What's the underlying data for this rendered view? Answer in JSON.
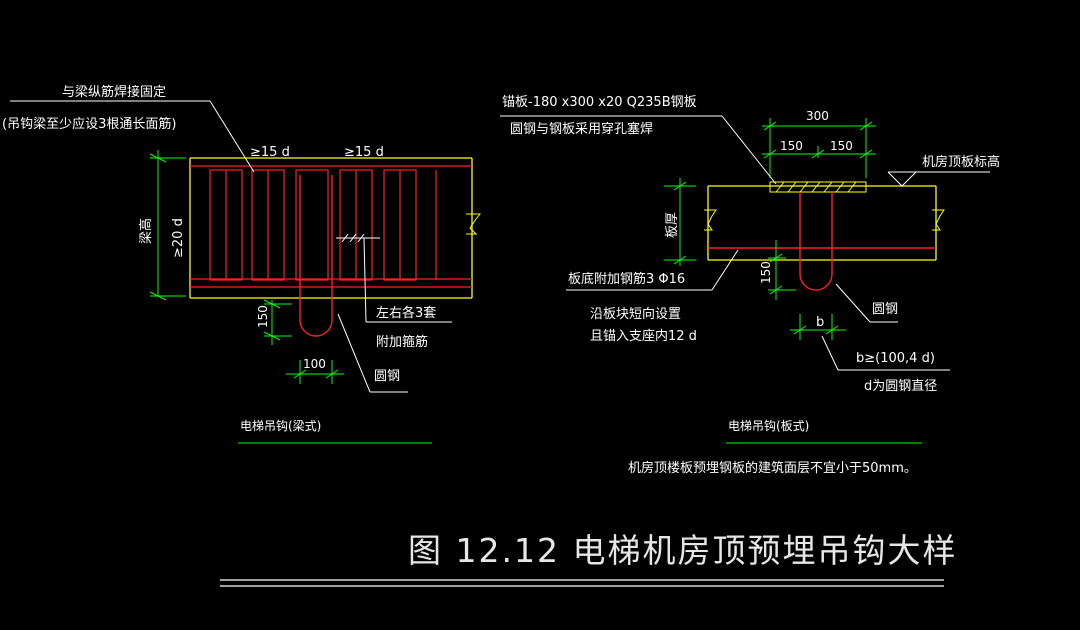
{
  "colors": {
    "background": "#000000",
    "text": "#ffffff",
    "dimension_line": "#00ff00",
    "rebar": "#ff2020",
    "beam_outline": "#ffff00",
    "hatch": "#ffff00"
  },
  "left_detail": {
    "note_line1": "与梁纵筋焊接固定",
    "note_line2": "(吊钩梁至少应设3根通长面筋)",
    "lap_left": "≥15 d",
    "lap_right": "≥15 d",
    "beam_height_label": "梁高",
    "beam_height_value": "≥20 d",
    "dim_150": "150",
    "dim_100": "100",
    "stirrup_note1": "左右各3套",
    "stirrup_note2": "附加箍筋",
    "hook_label": "圆钢",
    "caption": "电梯吊钩(梁式)"
  },
  "right_detail": {
    "plate_note1": "锚板-180 x300 x20 Q235B钢板",
    "plate_note2": "圆钢与钢板采用穿孔塞焊",
    "dim_300": "300",
    "dim_150a": "150",
    "dim_150b": "150",
    "elevation_label": "机房顶板标高",
    "slab_label": "板厚",
    "rebar_note1": "板底附加钢筋3 Φ16",
    "rebar_note2": "沿板块短向设置",
    "rebar_note3": "且锚入支座内12 d",
    "dim_150_v": "150",
    "hook_label": "圆钢",
    "b_label": "b",
    "b_formula": "b≥(100,4 d)",
    "d_note": "d为圆钢直径",
    "caption": "电梯吊钩(板式)",
    "finish_note": "机房顶楼板预埋钢板的建筑面层不宜小于50mm。"
  },
  "figure_title": "图 12.12  电梯机房顶预埋吊钩大样"
}
